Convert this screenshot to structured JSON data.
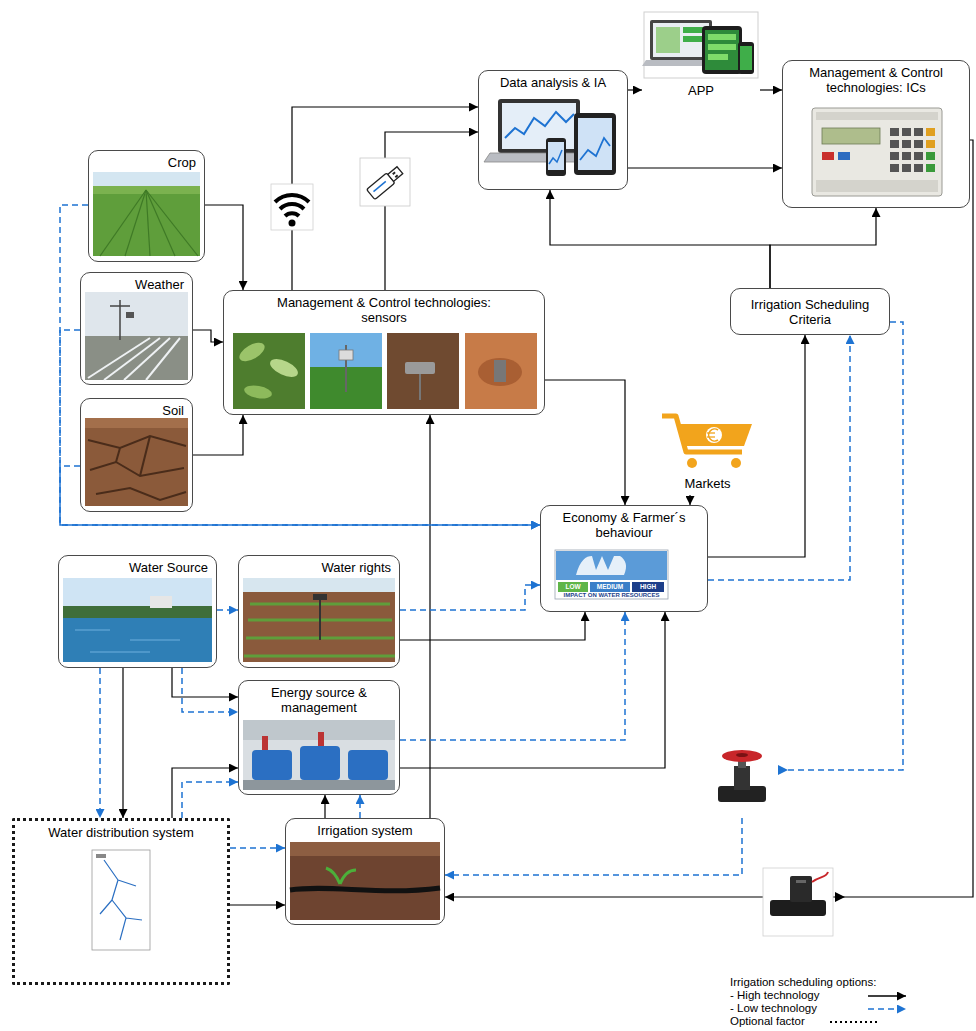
{
  "diagram": {
    "nodes": [
      {
        "text": [
          "Data analysis & IA"
        ]
      },
      {
        "text": [
          "APP"
        ]
      },
      {
        "text": [
          "Management & Control technologies: ICs"
        ]
      },
      {
        "text": [
          "Crop"
        ]
      },
      {
        "text": [
          "Weather"
        ]
      },
      {
        "text": [
          "Management & Control technologies: sensors"
        ]
      },
      {
        "text": [
          "Soil"
        ]
      },
      {
        "text": [
          "Irrigation Scheduling Criteria"
        ]
      },
      {
        "text": [
          "Markets"
        ]
      },
      {
        "text": [
          "Economy & Farmer´s behaviour"
        ]
      },
      {
        "text": [
          "Water Source"
        ]
      },
      {
        "text": [
          "Water rights"
        ]
      },
      {
        "text": [
          "Energy source & management"
        ]
      },
      {
        "text": [
          "Water distribution system"
        ]
      },
      {
        "text": [
          "Irrigation system"
        ]
      }
    ],
    "edges": [
      {
        "from": 3,
        "to": 5,
        "arrow": "to"
      },
      {
        "from": 4,
        "to": 5,
        "arrow": "to"
      },
      {
        "from": 6,
        "to": 5,
        "arrow": "to"
      },
      {
        "from": 5,
        "to": 0,
        "arrow": "to"
      },
      {
        "from": 5,
        "to": 0,
        "arrow": "to"
      },
      {
        "from": 0,
        "to": 1,
        "arrow": "to"
      },
      {
        "from": 1,
        "to": 2,
        "arrow": "to"
      },
      {
        "from": 0,
        "to": 2,
        "arrow": "to"
      },
      {
        "from": 7,
        "to": 0,
        "arrow": "to"
      },
      {
        "from": 7,
        "to": 2,
        "arrow": "to"
      },
      {
        "from": 5,
        "to": 9,
        "arrow": "to"
      },
      {
        "from": 8,
        "to": 9,
        "arrow": "to"
      },
      {
        "from": 9,
        "to": 7,
        "arrow": "to"
      },
      {
        "from": 11,
        "to": 9,
        "arrow": "to"
      },
      {
        "from": 10,
        "to": 13,
        "arrow": "to"
      },
      {
        "from": 10,
        "to": 12,
        "arrow": "to"
      },
      {
        "from": 13,
        "to": 12,
        "arrow": "to"
      },
      {
        "from": 14,
        "to": 12,
        "arrow": "to"
      },
      {
        "from": 12,
        "to": 9,
        "arrow": "to"
      },
      {
        "from": 13,
        "to": 14,
        "arrow": "to"
      },
      {
        "from": 14,
        "to": 5,
        "arrow": "to"
      },
      {
        "from": 2,
        "to": 14,
        "arrow": "to"
      },
      {
        "from": 3,
        "to": 9,
        "arrow": "to"
      },
      {
        "from": 4,
        "to": 9,
        "arrow": "to"
      },
      {
        "from": 6,
        "to": 9,
        "arrow": "to"
      },
      {
        "from": 10,
        "to": 11,
        "arrow": "to"
      },
      {
        "from": 11,
        "to": 9,
        "arrow": "to"
      },
      {
        "from": 10,
        "to": 12,
        "arrow": "to"
      },
      {
        "from": 10,
        "to": 13,
        "arrow": "to"
      },
      {
        "from": 13,
        "to": 12,
        "arrow": "to"
      },
      {
        "from": 13,
        "to": 14,
        "arrow": "to"
      },
      {
        "from": 14,
        "to": 12,
        "arrow": "to"
      },
      {
        "from": 12,
        "to": 9,
        "arrow": "to"
      },
      {
        "from": 9,
        "to": 7,
        "arrow": "to"
      },
      {
        "from": 7,
        "to": 14,
        "arrow": "to"
      }
    ],
    "labels": [
      "LOW",
      "MEDIUM",
      "HIGH",
      "IMPACT ON WATER RESOURCES",
      "Irrigation scheduling options:"
    ],
    "legend": [
      {
        "text": "- High technology"
      },
      {
        "text": "- Low technology"
      },
      {
        "text": "Optional factor"
      }
    ]
  }
}
